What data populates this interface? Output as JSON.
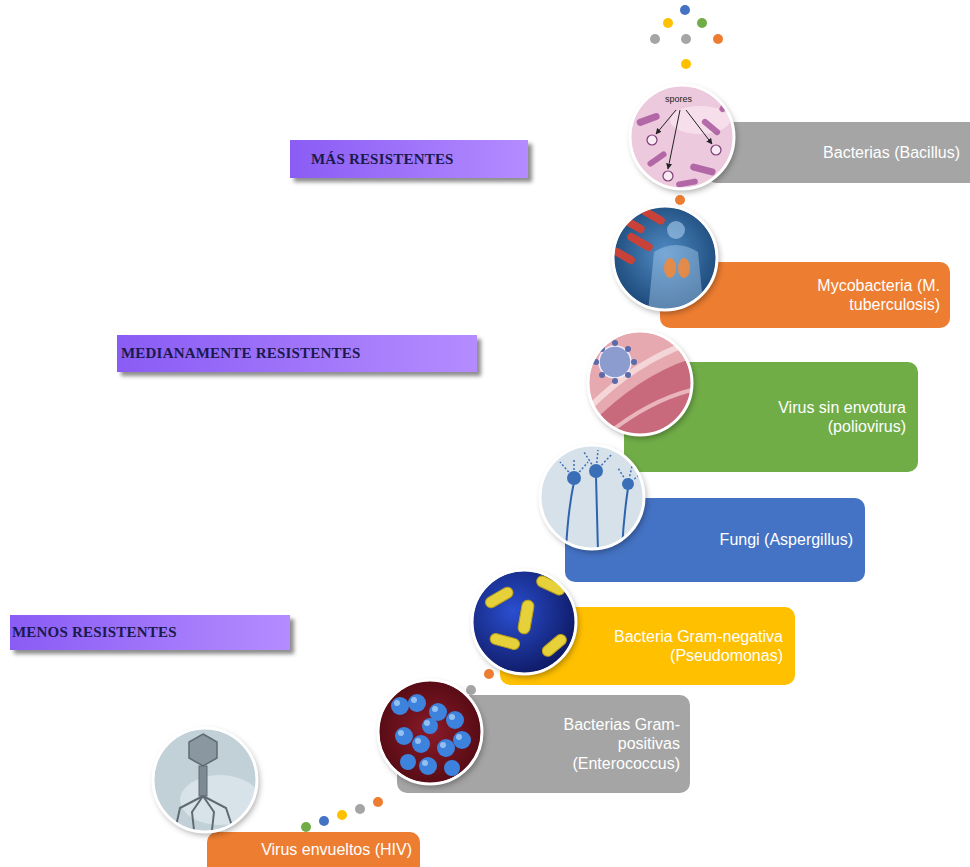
{
  "diagram": {
    "nodes": [
      {
        "text": [
          "MÁS RESISTENTES"
        ]
      },
      {
        "text": [
          "Bacterias (Bacillus)"
        ]
      },
      {
        "text": [
          "Mycobacteria (M. tuberculosis)"
        ]
      },
      {
        "text": [
          "MEDIANAMENTE RESISTENTES"
        ]
      },
      {
        "text": [
          "Virus sin envotura (poliovirus)"
        ]
      },
      {
        "text": [
          "Fungi (Aspergillus)"
        ]
      },
      {
        "text": [
          "MENOS RESISTENTES"
        ]
      },
      {
        "text": [
          "Bacteria Gram-negativa (Pseudomonas)"
        ]
      },
      {
        "text": [
          "Bacterias Gram-positivas (Enterococcus)"
        ]
      },
      {
        "text": [
          "Virus envueltos (HIV)"
        ]
      }
    ],
    "labels": [
      "spores"
    ]
  }
}
